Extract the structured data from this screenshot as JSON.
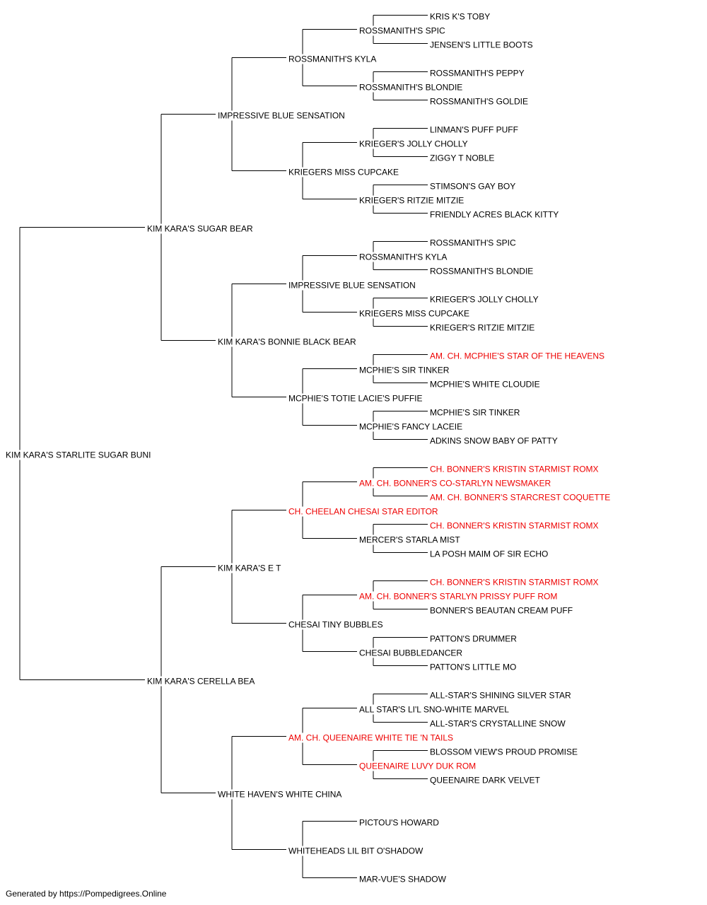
{
  "colors": {
    "normal": "#000000",
    "champion": "#ee0000",
    "line": "#000000"
  },
  "subject": "KIM KARA'S STARLITE SUGAR BUNI",
  "generation1": [
    "KIM KARA'S SUGAR BEAR",
    "KIM KARA'S CERELLA BEA"
  ],
  "generation2": [
    {
      "name": "IMPRESSIVE BLUE SENSATION",
      "champion": false
    },
    {
      "name": "KIM KARA'S BONNIE BLACK BEAR",
      "champion": false
    },
    {
      "name": "KIM KARA'S E T",
      "champion": false
    },
    {
      "name": "WHITE HAVEN'S WHITE CHINA",
      "champion": false
    }
  ],
  "generation3": [
    {
      "name": "ROSSMANITH'S KYLA",
      "champion": false
    },
    {
      "name": "KRIEGERS MISS CUPCAKE",
      "champion": false
    },
    {
      "name": "IMPRESSIVE BLUE SENSATION",
      "champion": false
    },
    {
      "name": "MCPHIE'S TOTIE LACIE'S PUFFIE",
      "champion": false
    },
    {
      "name": "CH. CHEELAN CHESAI STAR EDITOR",
      "champion": true
    },
    {
      "name": "CHESAI TINY BUBBLES",
      "champion": false
    },
    {
      "name": "AM. CH. QUEENAIRE WHITE TIE 'N TAILS",
      "champion": true
    },
    {
      "name": "WHITEHEADS LIL BIT O'SHADOW",
      "champion": false
    }
  ],
  "generation4": [
    {
      "name": "ROSSMANITH'S SPIC",
      "champion": false
    },
    {
      "name": "ROSSMANITH'S BLONDIE",
      "champion": false
    },
    {
      "name": "KRIEGER'S JOLLY CHOLLY",
      "champion": false
    },
    {
      "name": "KRIEGER'S RITZIE MITZIE",
      "champion": false
    },
    {
      "name": "ROSSMANITH'S KYLA",
      "champion": false
    },
    {
      "name": "KRIEGERS MISS CUPCAKE",
      "champion": false
    },
    {
      "name": "MCPHIE'S SIR TINKER",
      "champion": false
    },
    {
      "name": "MCPHIE'S FANCY LACEIE",
      "champion": false
    },
    {
      "name": "AM. CH. BONNER'S CO-STARLYN NEWSMAKER",
      "champion": true
    },
    {
      "name": "MERCER'S STARLA MIST",
      "champion": false
    },
    {
      "name": "AM. CH. BONNER'S STARLYN PRISSY PUFF ROM",
      "champion": true
    },
    {
      "name": "CHESAI BUBBLEDANCER",
      "champion": false
    },
    {
      "name": "ALL STAR'S LI'L SNO-WHITE MARVEL",
      "champion": false
    },
    {
      "name": "QUEENAIRE LUVY DUK ROM",
      "champion": true
    },
    {
      "name": "PICTOU'S HOWARD",
      "champion": false
    },
    {
      "name": "MAR-VUE'S SHADOW",
      "champion": false
    }
  ],
  "generation5": [
    {
      "name": "KRIS K'S TOBY",
      "champion": false
    },
    {
      "name": "JENSEN'S LITTLE BOOTS",
      "champion": false
    },
    {
      "name": "ROSSMANITH'S PEPPY",
      "champion": false
    },
    {
      "name": "ROSSMANITH'S GOLDIE",
      "champion": false
    },
    {
      "name": "LINMAN'S PUFF PUFF",
      "champion": false
    },
    {
      "name": "ZIGGY T NOBLE",
      "champion": false
    },
    {
      "name": "STIMSON'S GAY BOY",
      "champion": false
    },
    {
      "name": "FRIENDLY ACRES BLACK KITTY",
      "champion": false
    },
    {
      "name": "ROSSMANITH'S SPIC",
      "champion": false
    },
    {
      "name": "ROSSMANITH'S BLONDIE",
      "champion": false
    },
    {
      "name": "KRIEGER'S JOLLY CHOLLY",
      "champion": false
    },
    {
      "name": "KRIEGER'S RITZIE MITZIE",
      "champion": false
    },
    {
      "name": "AM. CH. MCPHIE'S STAR OF THE HEAVENS",
      "champion": true
    },
    {
      "name": "MCPHIE'S WHITE CLOUDIE",
      "champion": false
    },
    {
      "name": "MCPHIE'S SIR TINKER",
      "champion": false
    },
    {
      "name": "ADKINS SNOW BABY OF PATTY",
      "champion": false
    },
    {
      "name": "CH. BONNER'S KRISTIN STARMIST ROMX",
      "champion": true
    },
    {
      "name": "AM. CH. BONNER'S STARCREST COQUETTE",
      "champion": true
    },
    {
      "name": "CH. BONNER'S KRISTIN STARMIST ROMX",
      "champion": true
    },
    {
      "name": "LA POSH MAIM OF SIR ECHO",
      "champion": false
    },
    {
      "name": "CH. BONNER'S KRISTIN STARMIST ROMX",
      "champion": true
    },
    {
      "name": "BONNER'S BEAUTAN CREAM PUFF",
      "champion": false
    },
    {
      "name": "PATTON'S DRUMMER",
      "champion": false
    },
    {
      "name": "PATTON'S LITTLE MO",
      "champion": false
    },
    {
      "name": "ALL-STAR'S SHINING SILVER STAR",
      "champion": false
    },
    {
      "name": "ALL-STAR'S CRYSTALLINE SNOW",
      "champion": false
    },
    {
      "name": "BLOSSOM VIEW'S PROUD PROMISE",
      "champion": false
    },
    {
      "name": "QUEENAIRE DARK VELVET",
      "champion": false
    },
    null,
    null,
    null,
    null
  ],
  "footer": "Generated by https://Pompedigrees.Online"
}
